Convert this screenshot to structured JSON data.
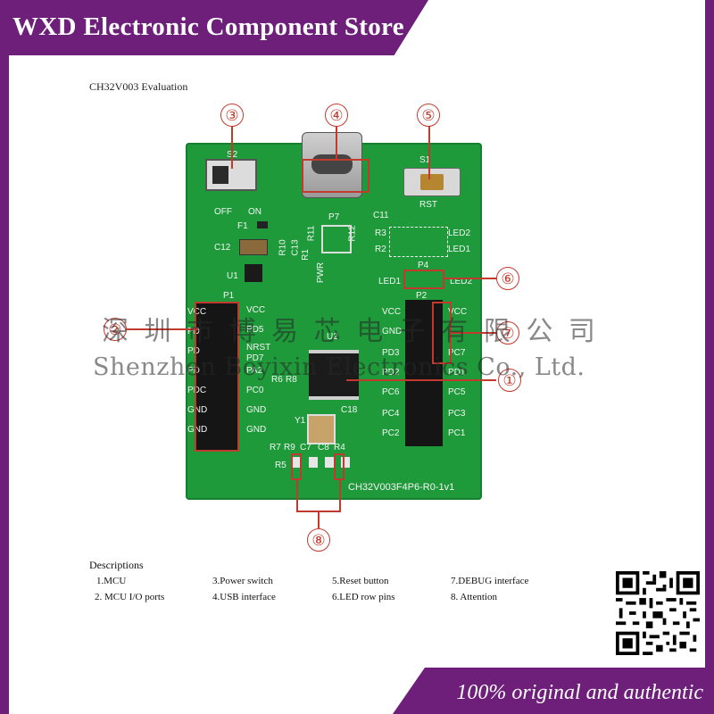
{
  "banner": {
    "store_name": "WXD Electronic Component Store",
    "tagline": "100% original and authentic"
  },
  "figure_title": "CH32V003 Evaluation",
  "board": {
    "labels": {
      "s2": "S2",
      "off": "OFF",
      "on": "ON",
      "f1": "F1",
      "c12": "C12",
      "c13": "C13",
      "r10": "R10",
      "r11": "R11",
      "r12": "R12",
      "r1": "R1",
      "p7": "P7",
      "u1": "U1",
      "pwr": "PWR",
      "s1": "S1",
      "rst": "RST",
      "c11": "C11",
      "r3": "R3",
      "r2": "R2",
      "led2": "LED2",
      "led1": "LED1",
      "p4": "P4",
      "led1b": "LED1",
      "led2b": "LED2",
      "p1": "P1",
      "p2": "P2",
      "u2": "U2",
      "r6": "R6",
      "r8": "R8",
      "y1": "Y1",
      "c18": "C18",
      "r7": "R7",
      "r9": "R9",
      "c7": "C7",
      "c8": "C8",
      "r4": "R4",
      "r5": "R5",
      "model": "CH32V003F4P6-R0-1v1"
    },
    "left_header_labels": [
      "VCC",
      "PD5",
      "NRST",
      "PD7",
      "PA2",
      "PC0",
      "GND",
      "GND"
    ],
    "right_header_labels": [
      "VCC",
      "GND",
      "PD3",
      "PD2",
      "PC6",
      "PC4",
      "PC2"
    ],
    "right_header_labels_b": [
      "VCC",
      "PC7",
      "PD1",
      "PC5",
      "PC3",
      "PC1"
    ],
    "left_partial_labels": [
      "VCC",
      "PD",
      "PD",
      "PD",
      "PDC",
      "GND",
      "GND"
    ]
  },
  "markers": [
    "①",
    "②",
    "③",
    "④",
    "⑤",
    "⑥",
    "⑦",
    "⑧"
  ],
  "watermark": {
    "chinese": "深 圳 市 博 易 芯 电 子 有 限 公 司",
    "english": "Shenzhen Boyixin Electronics Co., Ltd."
  },
  "descriptions": {
    "heading": "Descriptions",
    "items": [
      "1.MCU",
      "2. MCU I/O ports",
      "3.Power switch",
      "4.USB interface",
      "5.Reset button",
      "6.LED row pins",
      "7.DEBUG interface",
      "8. Attention"
    ]
  },
  "colors": {
    "brand_purple": "#6d1f7a",
    "board_green": "#1e9a3a",
    "annotation_red": "#c23a2e"
  },
  "icons": {
    "qr_code": "qr-code-icon"
  }
}
